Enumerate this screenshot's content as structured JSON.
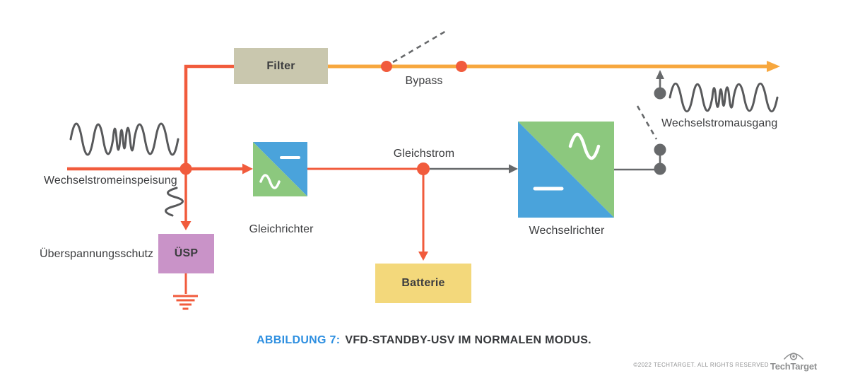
{
  "colors": {
    "line-red": "#f15b3c",
    "line-amber": "#f7a73e",
    "line-gray": "#67696b",
    "squiggle-gray": "#58595b",
    "box-filter": "#c9c7ae",
    "box-blue": "#4aa3db",
    "box-green": "#8cc87e",
    "box-purple": "#c993c8",
    "box-yellow": "#f3d87b",
    "label-text": "#3c3d3f",
    "caption-accent": "#2e8fe0",
    "caption-text": "#37393c",
    "footer-gray": "#8f9091"
  },
  "diagram": {
    "boxes": {
      "filter": "Filter",
      "usp": "ÜSP",
      "battery": "Batterie"
    },
    "labels": {
      "ac_input": "Wechselstromeinspeisung",
      "bypass": "Bypass",
      "dc": "Gleichstrom",
      "rectifier": "Gleichrichter",
      "inverter": "Wechselrichter",
      "ac_output": "Wechselstromausgang",
      "surge_protection": "Überspannungsschutz"
    },
    "icons": {
      "ac_waveform": "distorted-sine-wave",
      "dc_symbol": "minus-bar",
      "ac_symbol": "sine-wave",
      "ground": "earth-ground",
      "open_switch": "dashed-switch-blade",
      "junction": "filled-dot"
    }
  },
  "caption": {
    "prefix": "ABBILDUNG 7:",
    "text": "VFD-STANDBY-USV IM NORMALEN MODUS."
  },
  "footer": {
    "copyright": "©2022 TECHTARGET. ALL RIGHTS RESERVED",
    "brand": "TechTarget"
  }
}
